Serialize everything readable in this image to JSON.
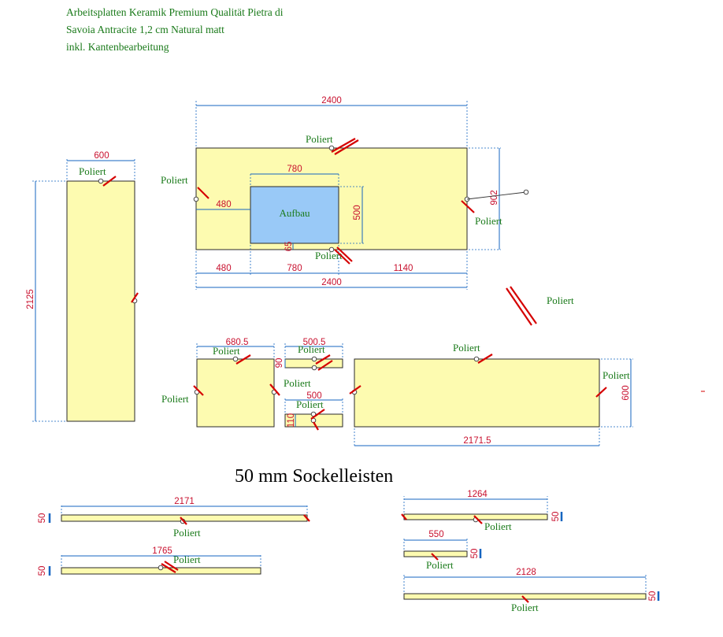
{
  "header": {
    "line1": "Arbeitsplatten Keramik Premium Qualität Pietra di",
    "line2": "Savoia Antracite 1,2 cm Natural matt",
    "line3": "inkl. Kantenbearbeitung"
  },
  "main_panel": {
    "width_top": "2400",
    "width_bottom": "2400",
    "depth": "902",
    "cut_width": "780",
    "cut_height": "500",
    "cut_offset_left": "480",
    "seg_left": "480",
    "seg_mid": "780",
    "seg_right": "1140",
    "small_dim": "65",
    "cut_label": "Aufbau"
  },
  "left_panel": {
    "width": "600",
    "height": "2125"
  },
  "mid_panels": {
    "p1_width": "680.5",
    "p2_width": "500.5",
    "p2_height": "90",
    "p3_width": "500",
    "p3_height": "110",
    "p4_width": "2171.5",
    "p4_height": "600"
  },
  "section_title": "50 mm Sockelleisten",
  "plinths": {
    "a_length": "2171",
    "b_length": "1765",
    "c_length": "1264",
    "d_length": "550",
    "e_length": "2128",
    "height": "50"
  },
  "label_polished": "Poliert",
  "colors": {
    "panel_fill": "#fdfbb0",
    "cutout_fill": "#99c9f7",
    "dimension_line": "#1565c0",
    "dimension_text": "#c8102e",
    "label_text": "#1a7a1a",
    "edge_mark": "#d50000"
  }
}
